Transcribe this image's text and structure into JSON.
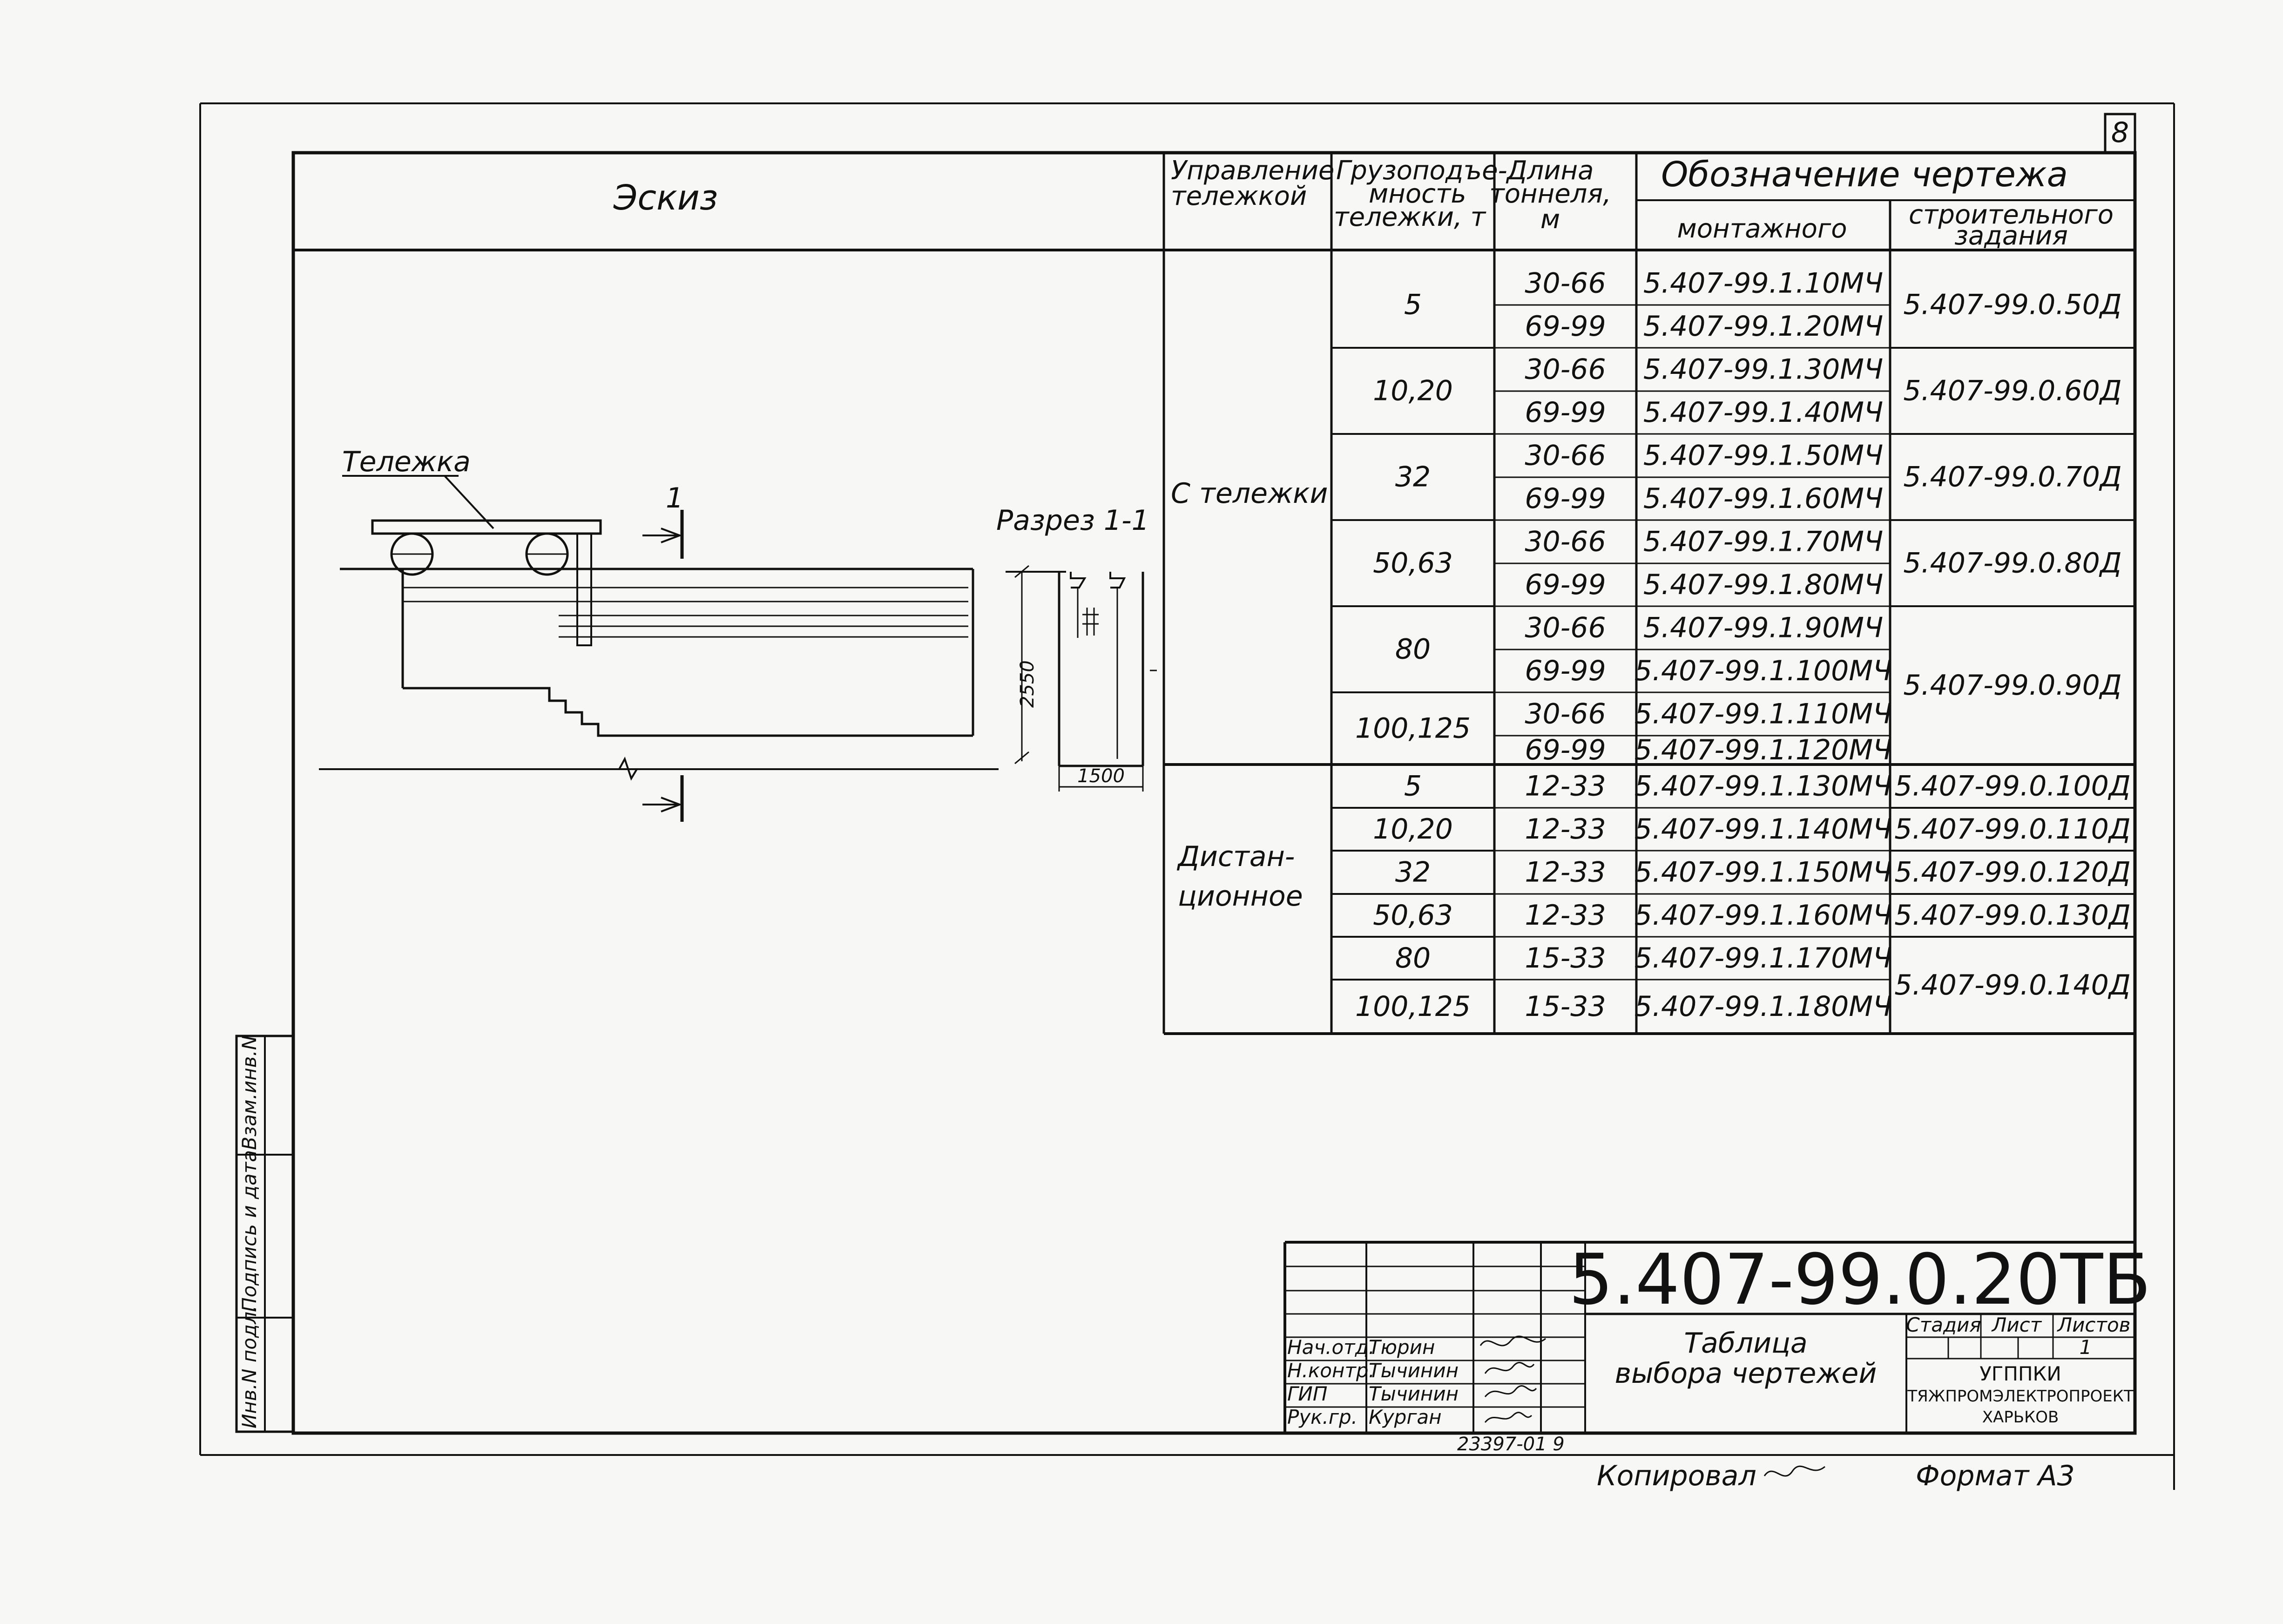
{
  "sheet": {
    "number": "8"
  },
  "sketch": {
    "header": "Эскиз",
    "trolley_label": "Тележка",
    "section_mark": "1",
    "section_title": "Разрез 1-1",
    "dim_height": "2550",
    "dim_width": "1500"
  },
  "table": {
    "headers": {
      "control": "Управление тележкой",
      "capacity": "Грузоподъе- мность тележки, т",
      "length": "Длина тоннеля, м",
      "designation": "Обозначение чертежа",
      "mounting": "монтажного",
      "construction": "строительного задания"
    },
    "groups": [
      {
        "control": "С тележки"
      },
      {
        "control": "Дистан- ционное"
      }
    ],
    "capacities": [
      "5",
      "10,20",
      "32",
      "50,63",
      "80",
      "100,125",
      "5",
      "10,20",
      "32",
      "50,63",
      "80",
      "100,125"
    ],
    "rows": [
      {
        "length": "30-66",
        "mounting": "5.407-99.1.10МЧ"
      },
      {
        "length": "69-99",
        "mounting": "5.407-99.1.20МЧ"
      },
      {
        "length": "30-66",
        "mounting": "5.407-99.1.30МЧ"
      },
      {
        "length": "69-99",
        "mounting": "5.407-99.1.40МЧ"
      },
      {
        "length": "30-66",
        "mounting": "5.407-99.1.50МЧ"
      },
      {
        "length": "69-99",
        "mounting": "5.407-99.1.60МЧ"
      },
      {
        "length": "30-66",
        "mounting": "5.407-99.1.70МЧ"
      },
      {
        "length": "69-99",
        "mounting": "5.407-99.1.80МЧ"
      },
      {
        "length": "30-66",
        "mounting": "5.407-99.1.90МЧ"
      },
      {
        "length": "69-99",
        "mounting": "5.407-99.1.100МЧ"
      },
      {
        "length": "30-66",
        "mounting": "5.407-99.1.110МЧ"
      },
      {
        "length": "69-99",
        "mounting": "5.407-99.1.120МЧ"
      },
      {
        "length": "12-33",
        "mounting": "5.407-99.1.130МЧ"
      },
      {
        "length": "12-33",
        "mounting": "5.407-99.1.140МЧ"
      },
      {
        "length": "12-33",
        "mounting": "5.407-99.1.150МЧ"
      },
      {
        "length": "12-33",
        "mounting": "5.407-99.1.160МЧ"
      },
      {
        "length": "15-33",
        "mounting": "5.407-99.1.170МЧ"
      },
      {
        "length": "15-33",
        "mounting": "5.407-99.1.180МЧ"
      }
    ],
    "construction": [
      "5.407-99.0.50Д",
      "5.407-99.0.60Д",
      "5.407-99.0.70Д",
      "5.407-99.0.80Д",
      "5.407-99.0.90Д",
      "5.407-99.0.100Д",
      "5.407-99.0.110Д",
      "5.407-99.0.120Д",
      "5.407-99.0.130Д",
      "5.407-99.0.140Д"
    ]
  },
  "side_stamp": {
    "inv_podl": "Инв.N подл.",
    "sign_date": "Подпись и дата",
    "vzam_inv": "Взам.инв.N"
  },
  "title_block": {
    "code": "5.407-99.0.20ТБ",
    "title": "Таблица выбора чертежей",
    "stage_label": "Стадия",
    "sheet_label": "Лист",
    "sheets_label": "Листов",
    "sheets_value": "1",
    "org1": "УГППКИ",
    "org2": "ТЯЖПРОМЭЛЕКТРОПРОЕКТ",
    "org3": "ХАРЬКОВ",
    "roles": [
      {
        "role": "Нач.отд.",
        "name": "Тюрин"
      },
      {
        "role": "Н.контр.",
        "name": "Тычинин"
      },
      {
        "role": "ГИП",
        "name": "Тычинин"
      },
      {
        "role": "Рук.гр.",
        "name": "Курган"
      }
    ]
  },
  "footer": {
    "number": "23397-01 9",
    "copied": "Копировал",
    "format": "Формат А3"
  }
}
